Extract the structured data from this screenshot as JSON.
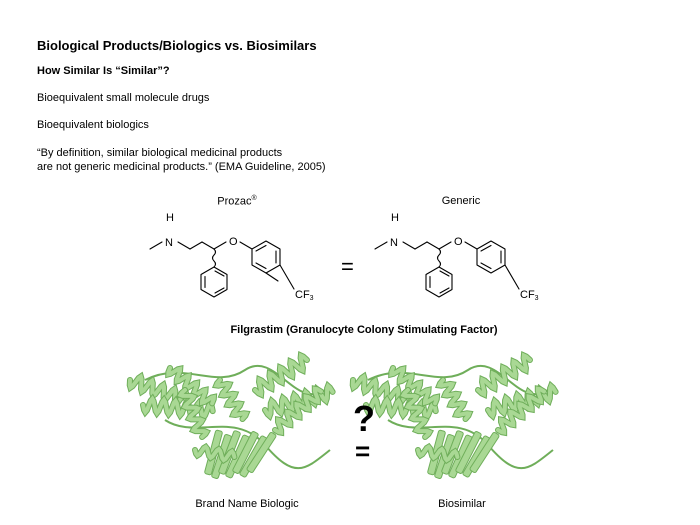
{
  "slide": {
    "title": "Biological Products/Biologics vs. Biosimilars",
    "subtitle": "How Similar Is “Similar”?",
    "bullet_small_molecule": "Bioequivalent small molecule drugs",
    "bullet_biologics": "Bioequivalent biologics",
    "quote_line1": "“By definition, similar biological medicinal products",
    "quote_line2": "are not generic medicinal products.” (EMA Guideline, 2005)"
  },
  "molecules": {
    "left_brand": "Prozac",
    "left_brand_mark": "®",
    "right_label": "Generic",
    "atom_h": "H",
    "atom_n": "N",
    "atom_o": "O",
    "group_cf": "CF",
    "group_sub": "3",
    "equals": "="
  },
  "proteins": {
    "heading": "Filgrastim (Granulocyte Colony Stimulating Factor)",
    "question": "?",
    "equals": "=",
    "left_label": "Brand Name Biologic",
    "right_label": "Biosimilar",
    "ribbon_color": "#a9d894",
    "ribbon_dark": "#6fae5a"
  }
}
